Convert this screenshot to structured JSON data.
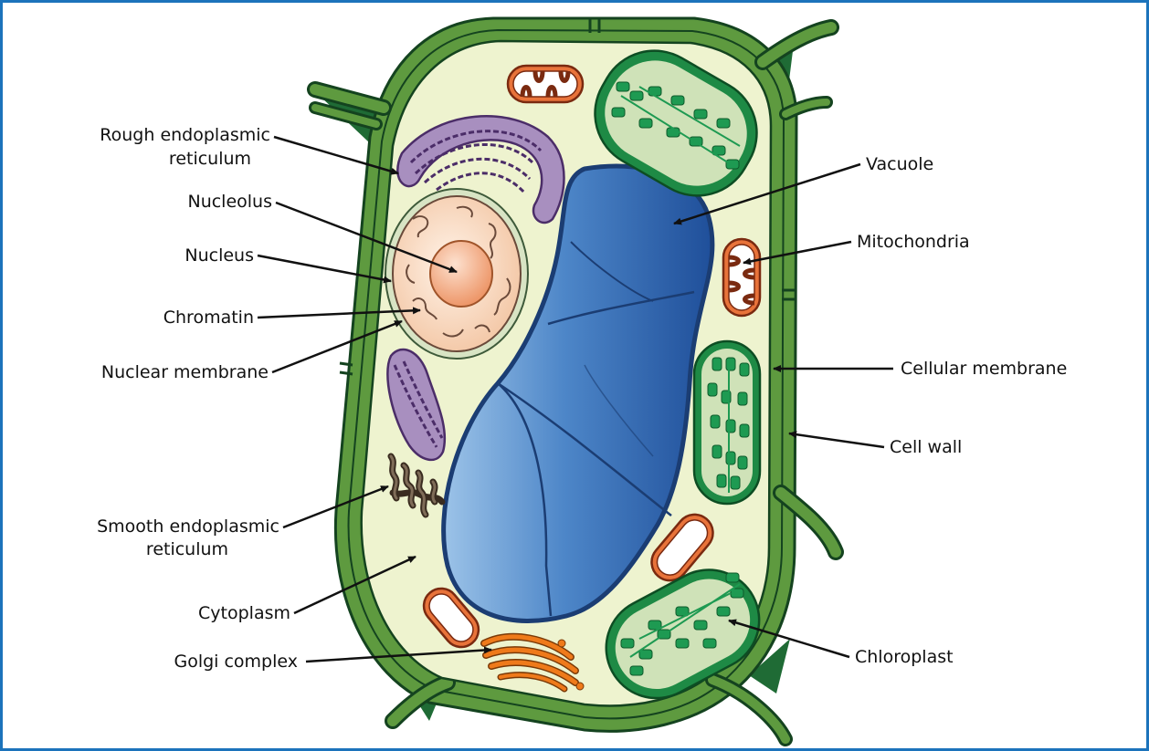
{
  "labels": {
    "rough_er_line1": "Rough endoplasmic",
    "rough_er_line2": "reticulum",
    "nucleolus": "Nucleolus",
    "nucleus": "Nucleus",
    "chromatin": "Chromatin",
    "nuclear_membrane": "Nuclear membrane",
    "smooth_er_line1": "Smooth endoplasmic",
    "smooth_er_line2": "reticulum",
    "cytoplasm": "Cytoplasm",
    "golgi": "Golgi complex",
    "vacuole": "Vacuole",
    "mitochondria": "Mitochondria",
    "cellular_membrane": "Cellular membrane",
    "cell_wall": "Cell wall",
    "chloroplast": "Chloroplast"
  },
  "colors": {
    "frame_border": "#1c73bb",
    "cell_wall": "#5e9a3f",
    "cell_wall_dark": "#1f6b35",
    "cytoplasm": "#eef3cf",
    "vacuole": "#3f78bf",
    "nucleus": "#f8dcc6",
    "nucleolus": "#f1a475",
    "rough_er": "#9f80b6",
    "mitochondria": "#e8733a",
    "chloroplast": "#cfe2b8",
    "thylakoid": "#1e9a52",
    "golgi": "#ef7a1a",
    "smooth_er": "#6a5a4a"
  }
}
